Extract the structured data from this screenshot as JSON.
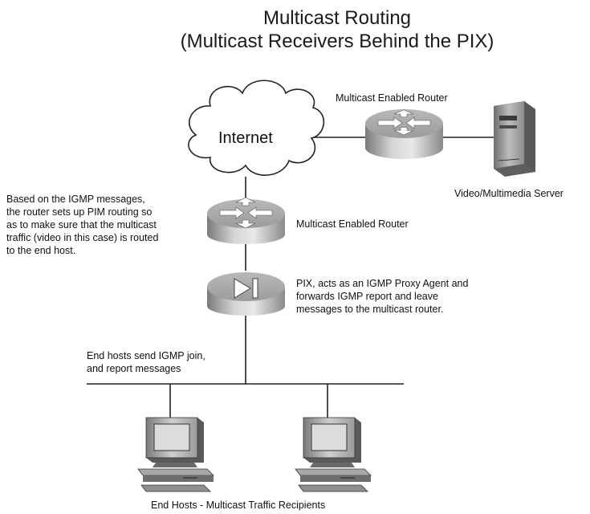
{
  "title_line1": "Multicast Routing",
  "title_line2": "(Multicast Receivers Behind the PIX)",
  "internet_label": "Internet",
  "top_router_label": "Multicast Enabled Router",
  "server_label": "Video/Multimedia Server",
  "mid_router_label": "Multicast Enabled Router",
  "pim_note": [
    "Based on the IGMP messages,",
    "the router sets up PIM routing so",
    "as to make sure that the multicast",
    "traffic (video in this case) is routed",
    "to the end host."
  ],
  "pix_note": [
    "PIX, acts as an IGMP Proxy Agent and",
    "forwards IGMP report and leave",
    "messages to the multicast router."
  ],
  "hosts_note": [
    "End hosts send IGMP join,",
    "and report messages"
  ],
  "hosts_label": "End Hosts - Multicast Traffic Recipients"
}
